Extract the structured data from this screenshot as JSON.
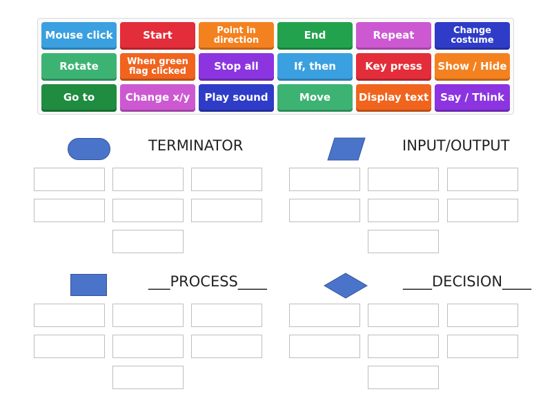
{
  "tiles": [
    {
      "label": "Mouse click",
      "color": "#3aa0e0"
    },
    {
      "label": "Start",
      "color": "#e32d3a"
    },
    {
      "label": "Point in direction",
      "color": "#f4811f"
    },
    {
      "label": "End",
      "color": "#23a24d"
    },
    {
      "label": "Repeat",
      "color": "#cc59d2"
    },
    {
      "label": "Change costume",
      "color": "#2e3cc8"
    },
    {
      "label": "Rotate",
      "color": "#3cb372"
    },
    {
      "label": "When green flag clicked",
      "color": "#f0641e"
    },
    {
      "label": "Stop all",
      "color": "#8b34e0"
    },
    {
      "label": "If, then",
      "color": "#3aa0e0"
    },
    {
      "label": "Key press",
      "color": "#e32d3a"
    },
    {
      "label": "Show / Hide",
      "color": "#f4811f"
    },
    {
      "label": "Go to",
      "color": "#1f8c3f"
    },
    {
      "label": "Change x/y",
      "color": "#cc59d2"
    },
    {
      "label": "Play sound",
      "color": "#2e3cc8"
    },
    {
      "label": "Move",
      "color": "#3cb372"
    },
    {
      "label": "Display text",
      "color": "#f0641e"
    },
    {
      "label": "Say / Think",
      "color": "#8b34e0"
    }
  ],
  "groups": {
    "terminator": {
      "title": "TERMINATOR",
      "icon": "rounded-rectangle-icon"
    },
    "input_output": {
      "title": "INPUT/OUTPUT",
      "icon": "parallelogram-icon"
    },
    "process": {
      "title": "___PROCESS____",
      "icon": "rectangle-icon"
    },
    "decision": {
      "title": "____DECISION____",
      "icon": "diamond-icon"
    }
  },
  "colors": {
    "shape_fill": "#4a74c9",
    "slot_border": "#bdbdbd"
  }
}
